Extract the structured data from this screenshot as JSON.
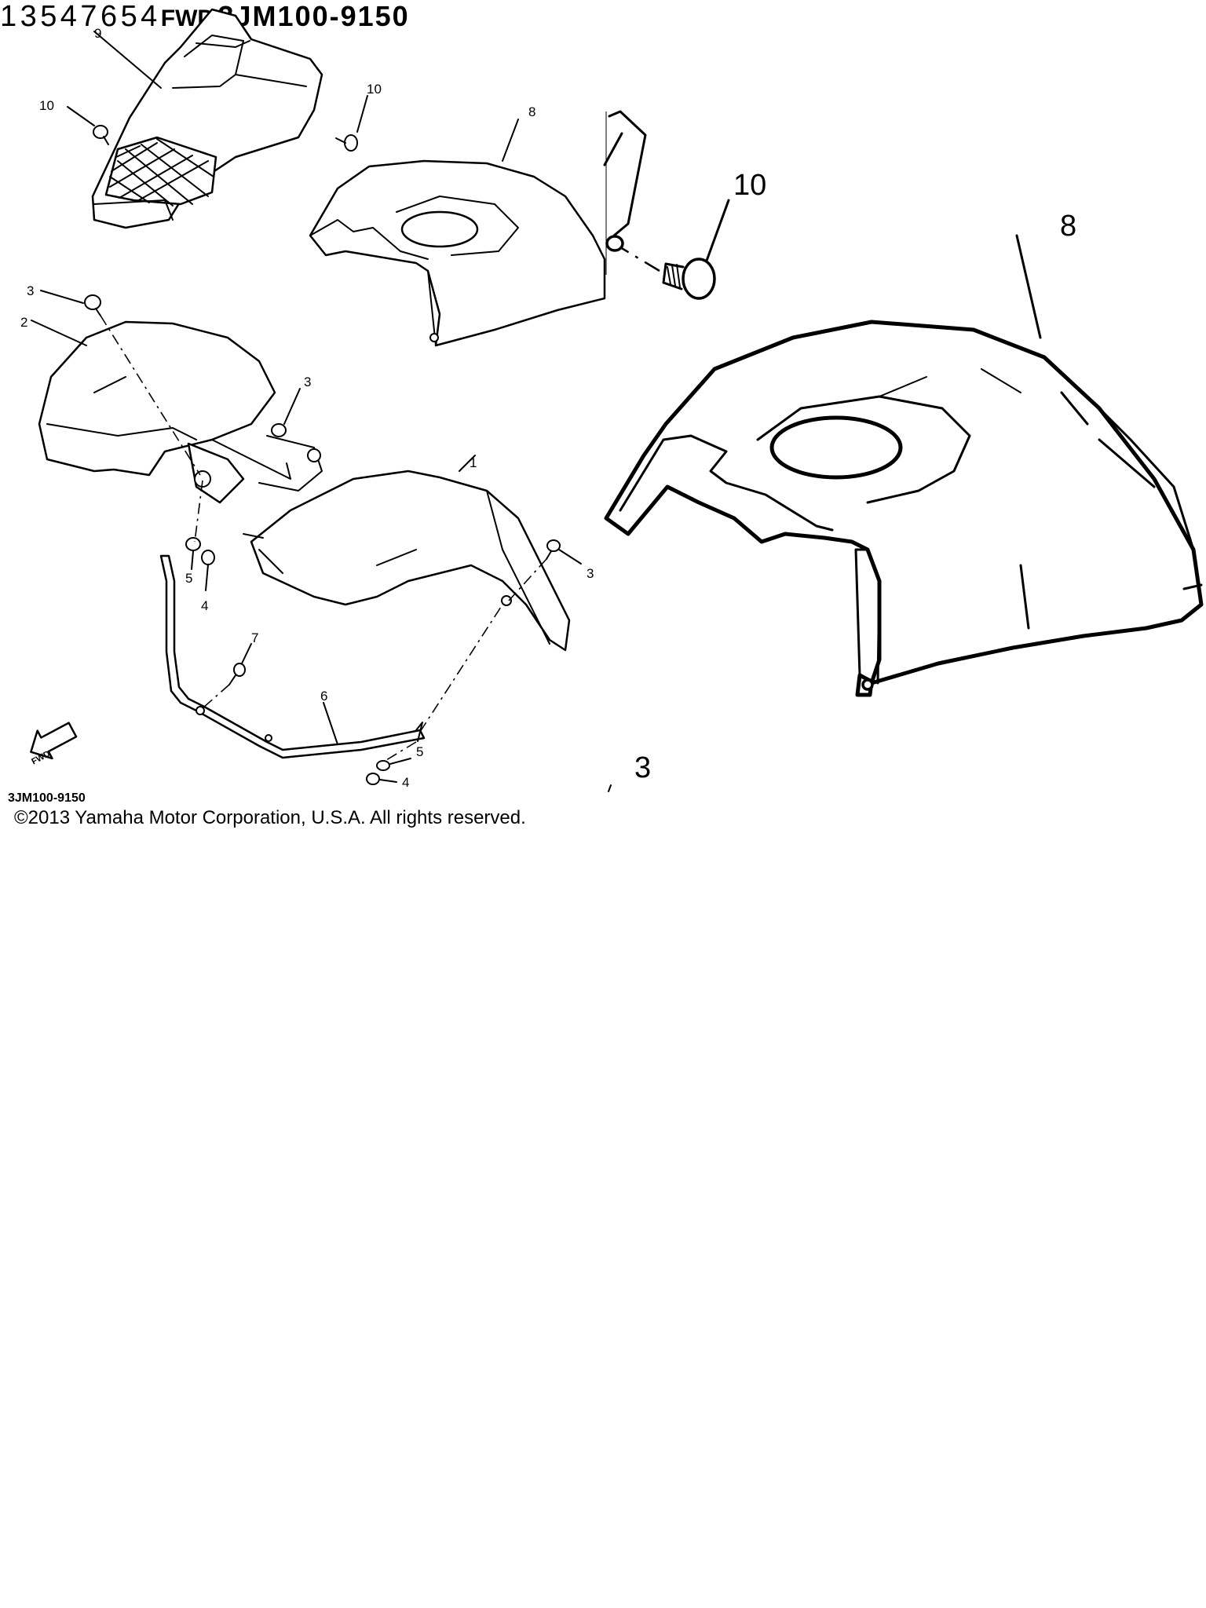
{
  "overview": {
    "callouts": {
      "c1": "1",
      "c2": "2",
      "c3a": "3",
      "c3b": "3",
      "c3c": "3",
      "c4a": "4",
      "c4b": "4",
      "c5a": "5",
      "c5b": "5",
      "c6": "6",
      "c7": "7",
      "c8": "8",
      "c9": "9",
      "c10a": "10",
      "c10b": "10"
    },
    "fwd_label": "FWD",
    "diagram_code": "3JM100-9150"
  },
  "copyright": "©2013 Yamaha Motor Corporation, U.S.A. All rights reserved.",
  "zoom_top": {
    "callouts": {
      "c10": "10",
      "c8": "8",
      "c3": "3"
    }
  },
  "zoom_bottom": {
    "callouts": {
      "c1": "1",
      "c3": "3",
      "c4a": "4",
      "c4b": "4",
      "c5a": "5",
      "c5b": "5",
      "c6": "6",
      "c7": "7"
    },
    "fwd_label": "FWD",
    "diagram_code": "3JM100-9150"
  }
}
